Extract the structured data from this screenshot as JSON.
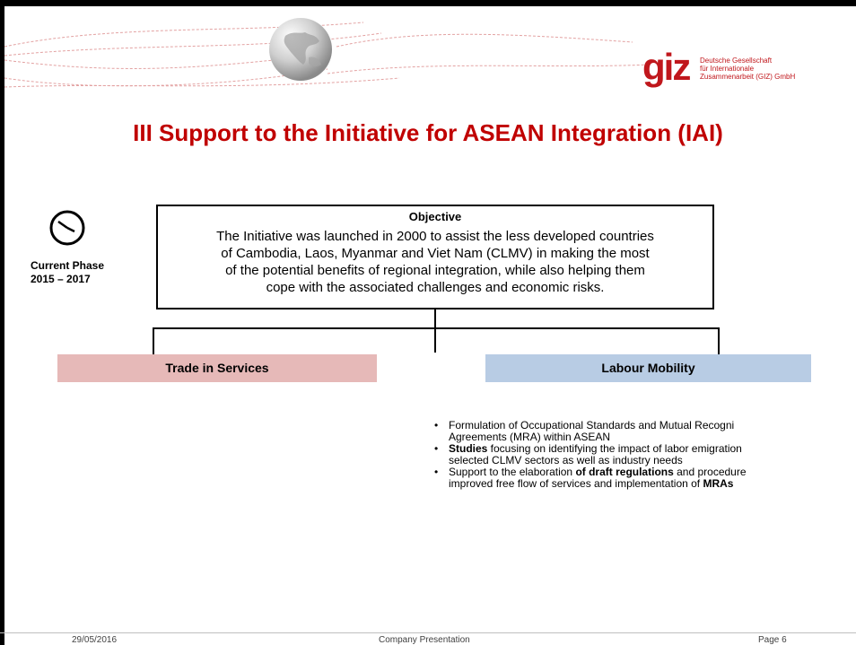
{
  "header": {
    "logo": {
      "mark": "giz",
      "lines": [
        "Deutsche Gesellschaft",
        "für Internationale",
        "Zusammenarbeit (GIZ) GmbH"
      ]
    },
    "title": "III Support to the Initiative for ASEAN Integration (IAI)"
  },
  "phase": {
    "icon": "clock-icon",
    "line1": "Current Phase",
    "line2": "2015 – 2017"
  },
  "objective": {
    "heading": "Objective",
    "lines": [
      "The Initiative was launched in 2000 to assist the less developed countries",
      "of Cambodia, Laos, Myanmar and Viet Nam (CLMV) in making the most",
      "of the potential benefits of regional integration, while also helping them",
      "cope with the associated challenges and economic risks."
    ]
  },
  "branches": {
    "trade": "Trade in Services",
    "labour": "Labour Mobility"
  },
  "labour_bullets": [
    {
      "line1": "Formulation of Occupational Standards and Mutual Recogni",
      "line2": "Agreements (MRA) within ASEAN"
    },
    {
      "bold1": "Studies",
      "line1": " focusing on identifying the impact of labor emigration",
      "line2": "selected CLMV sectors as well as industry needs"
    },
    {
      "line1a": "Support to the elaboration ",
      "bold1": "of draft regulations",
      "line1b": " and procedure",
      "line2a": "improved free flow of services and implementation of  ",
      "bold2": "MRAs"
    }
  ],
  "footer": {
    "date": "29/05/2016",
    "company": "Company Presentation",
    "page": "Page 6"
  },
  "colors": {
    "title": "#c00000",
    "logo": "#c0171c",
    "trade_box": "#e6b9b8",
    "labour_box": "#b8cce4"
  }
}
